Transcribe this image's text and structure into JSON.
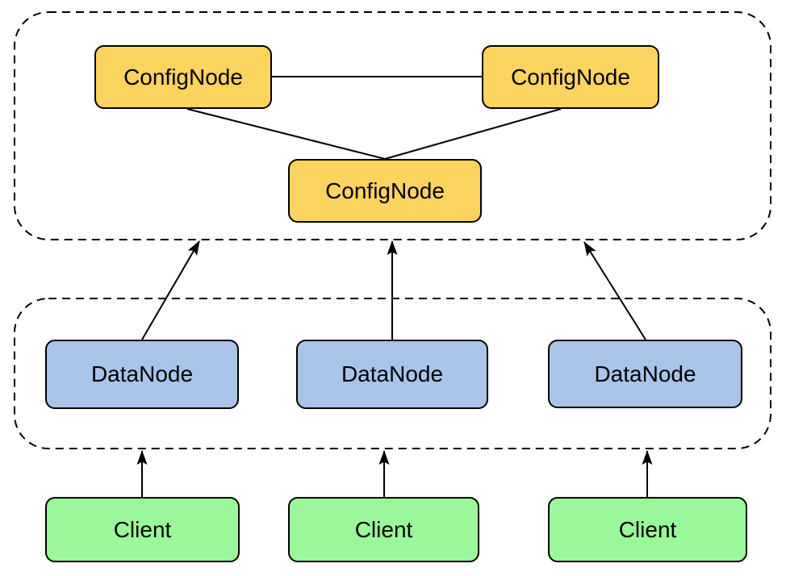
{
  "diagram": {
    "title": "cluster-architecture-diagram",
    "clusters": [
      {
        "id": "config-cluster",
        "nodes": [
          "ConfigNode",
          "ConfigNode",
          "ConfigNode"
        ]
      },
      {
        "id": "data-cluster",
        "nodes": [
          "DataNode",
          "DataNode",
          "DataNode"
        ]
      }
    ],
    "clients": [
      "Client",
      "Client",
      "Client"
    ],
    "edges": [
      {
        "from": "config-node-1",
        "to": "config-node-2",
        "style": "line"
      },
      {
        "from": "config-node-1",
        "to": "config-node-3",
        "style": "line"
      },
      {
        "from": "config-node-2",
        "to": "config-node-3",
        "style": "line"
      },
      {
        "from": "data-node-1",
        "to": "config-cluster",
        "style": "arrow"
      },
      {
        "from": "data-node-2",
        "to": "config-cluster",
        "style": "arrow"
      },
      {
        "from": "data-node-3",
        "to": "config-cluster",
        "style": "arrow"
      },
      {
        "from": "client-1",
        "to": "data-cluster",
        "style": "arrow"
      },
      {
        "from": "client-2",
        "to": "data-cluster",
        "style": "arrow"
      },
      {
        "from": "client-3",
        "to": "data-cluster",
        "style": "arrow"
      }
    ],
    "colors": {
      "config_node_fill": "#FBD35F",
      "data_node_fill": "#A9C4E8",
      "client_fill": "#9AF79A",
      "stroke": "#000000",
      "background": "#FFFFFF"
    }
  }
}
